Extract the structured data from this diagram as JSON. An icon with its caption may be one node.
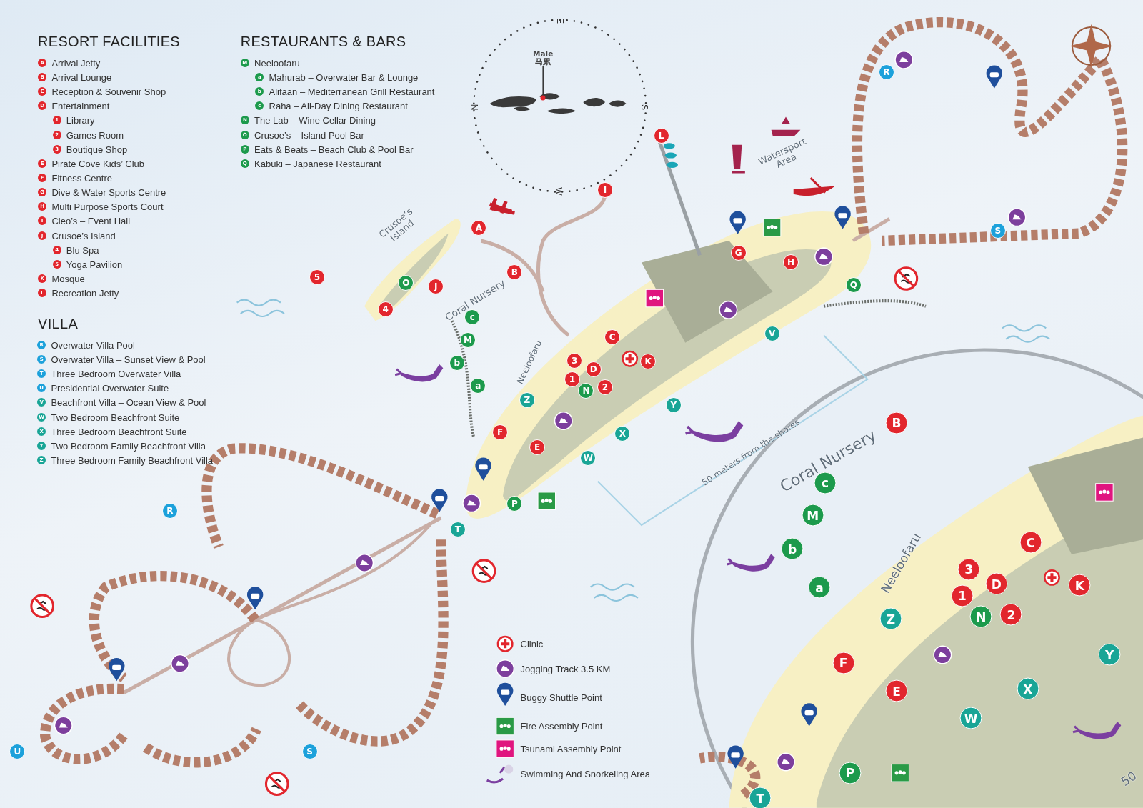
{
  "diagram": {
    "nodes": [
      {
        "text": [
          "Male",
          "马累"
        ]
      },
      {
        "text": [],
        "shape": "circle"
      },
      {
        "text": [
          "R"
        ]
      },
      {
        "text": [
          "L"
        ]
      },
      {
        "text": [
          "I"
        ]
      },
      {
        "text": [
          "A"
        ]
      },
      {
        "text": [
          "S"
        ]
      },
      {
        "text": [
          "G"
        ]
      },
      {
        "text": [
          "H"
        ]
      },
      {
        "text": [
          "B"
        ]
      },
      {
        "text": [
          "5"
        ]
      },
      {
        "text": [
          "O"
        ]
      },
      {
        "text": [
          "Q"
        ]
      },
      {
        "text": [
          "J"
        ]
      },
      {
        "text": [
          "4"
        ]
      },
      {
        "text": [
          "c"
        ]
      },
      {
        "text": [
          "V"
        ]
      },
      {
        "text": [
          "C"
        ]
      },
      {
        "text": [
          "M"
        ]
      },
      {
        "text": [
          "3"
        ]
      },
      {
        "text": [
          "K"
        ]
      },
      {
        "text": [
          "b"
        ]
      },
      {
        "text": [
          "D"
        ]
      },
      {
        "text": [
          "1"
        ]
      },
      {
        "text": [
          "a"
        ]
      },
      {
        "text": [
          "2"
        ]
      },
      {
        "text": [
          "N"
        ]
      },
      {
        "text": [
          "Z"
        ]
      },
      {
        "text": [
          "Y"
        ]
      },
      {
        "text": [
          "F"
        ]
      },
      {
        "text": [
          "X"
        ]
      },
      {
        "text": [
          "E"
        ]
      },
      {
        "text": [
          "W"
        ]
      },
      {
        "text": [
          "P"
        ]
      },
      {
        "text": [
          "R"
        ]
      },
      {
        "text": [
          "T"
        ]
      },
      {
        "text": [
          "U"
        ]
      },
      {
        "text": [
          "S"
        ]
      },
      {
        "text": [
          "B"
        ]
      },
      {
        "text": [
          "c"
        ]
      },
      {
        "text": [
          "M"
        ]
      },
      {
        "text": [
          "C"
        ]
      },
      {
        "text": [
          "b"
        ]
      },
      {
        "text": [
          "3"
        ]
      },
      {
        "text": [
          "D"
        ]
      },
      {
        "text": [
          "K"
        ]
      },
      {
        "text": [
          "a"
        ]
      },
      {
        "text": [
          "1"
        ]
      },
      {
        "text": [
          "2"
        ]
      },
      {
        "text": [
          "N"
        ]
      },
      {
        "text": [
          "Z"
        ]
      },
      {
        "text": [
          "Y"
        ]
      },
      {
        "text": [
          "F"
        ]
      },
      {
        "text": [
          "X"
        ]
      },
      {
        "text": [
          "E"
        ]
      },
      {
        "text": [
          "W"
        ]
      },
      {
        "text": [
          "P"
        ]
      },
      {
        "text": [
          "T"
        ]
      }
    ],
    "edges": [
      {
        "from": 0,
        "to": 1,
        "arrow": "none"
      }
    ],
    "labels": [
      "RESORT FACILITIES",
      "A",
      "Arrival Jetty",
      "B",
      "Arrival Lounge",
      "C",
      "Reception & Souvenir Shop",
      "D",
      "Entertainment",
      "1",
      "Library",
      "2",
      "Games Room",
      "3",
      "Boutique Shop",
      "E",
      "Pirate Cove Kids’ Club",
      "F",
      "Fitness Centre",
      "G",
      "Dive & Water Sports Centre",
      "H",
      "Multi Purpose Sports Court",
      "I",
      "Cleo’s – Event Hall",
      "J",
      "Crusoe’s Island",
      "4",
      "Blu Spa",
      "5",
      "Yoga Pavilion",
      "K",
      "Mosque",
      "L",
      "Recreation Jetty",
      "RESTAURANTS & BARS",
      "M",
      "Neeloofaru",
      "a",
      "Mahurab – Overwater Bar & Lounge",
      "b",
      "Alifaan – Mediterranean Grill Restaurant",
      "c",
      "Raha – All-Day Dining Restaurant",
      "N",
      "The Lab – Wine Cellar Dining",
      "O",
      "Crusoe’s – Island Pool Bar",
      "P",
      "Eats & Beats – Beach Club & Pool Bar",
      "Q",
      "Kabuki – Japanese Restaurant",
      "VILLA",
      "R",
      "Overwater Villa Pool",
      "S",
      "Overwater Villa – Sunset View & Pool",
      "T",
      "Three Bedroom Overwater Villa",
      "U",
      "Presidential Overwater Suite",
      "V",
      "Beachfront Villa – Ocean View & Pool",
      "W",
      "Two Bedroom Beachfront Suite",
      "X",
      "Three Bedroom Beachfront Suite",
      "Y",
      "Two  Bedroom Family Beachfront Villa",
      "Z",
      "Three Bedroom Family Beachfront Villa",
      "E",
      "N",
      "S",
      "W",
      "Crusoe’s Island",
      "Coral Nursery",
      "Watersport Area",
      "Neeloofaru",
      "50 meters from the shores",
      "Coral Nursery",
      "Neeloofaru",
      "50"
    ],
    "legend": [
      {
        "text": "Clinic"
      },
      {
        "text": "Jogging Track 3.5 KM"
      },
      {
        "text": "Buggy Shuttle Point"
      },
      {
        "text": "Fire Assembly Point"
      },
      {
        "text": "Tsunami Assembly Point"
      },
      {
        "text": "Swimming And Snorkeling Area"
      }
    ]
  }
}
